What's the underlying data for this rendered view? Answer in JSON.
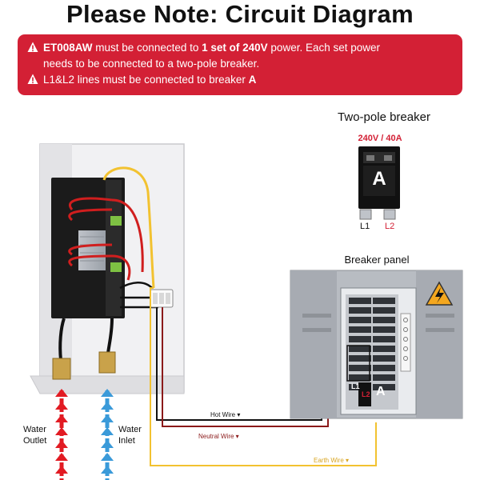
{
  "title": "Please Note: Circuit Diagram",
  "banner": {
    "line1_model": "ET008AW",
    "line1_a": " must be connected to ",
    "line1_bold": "1 set of 240V",
    "line1_b": " power. Each set power",
    "line1_c": "needs to be connected to a two-pole breaker.",
    "line2_a": "L1&L2 lines must be connected to breaker ",
    "line2_bold": "A"
  },
  "breaker": {
    "title": "Two-pole breaker",
    "rating": "240V / 40A",
    "letter": "A",
    "l1": "L1",
    "l2": "L2"
  },
  "panel": {
    "title": "Breaker panel",
    "letter": "A",
    "l1": "L1",
    "l2": "L2"
  },
  "wires": {
    "hot": "Hot Wire ▾",
    "neutral": "Neutral Wire ▾",
    "earth": "Earth Wire ▾"
  },
  "water": {
    "outlet_1": "Water",
    "outlet_2": "Outlet",
    "inlet_1": "Water",
    "inlet_2": "Inlet"
  },
  "colors": {
    "banner": "#d32035",
    "hot_wire": "#111111",
    "neutral_wire": "#8b1a1a",
    "earth_wire": "#f2c230",
    "outlet_arrow": "#e21b23",
    "inlet_arrow": "#3a9ad9",
    "breaker_label_red": "#d32035"
  }
}
